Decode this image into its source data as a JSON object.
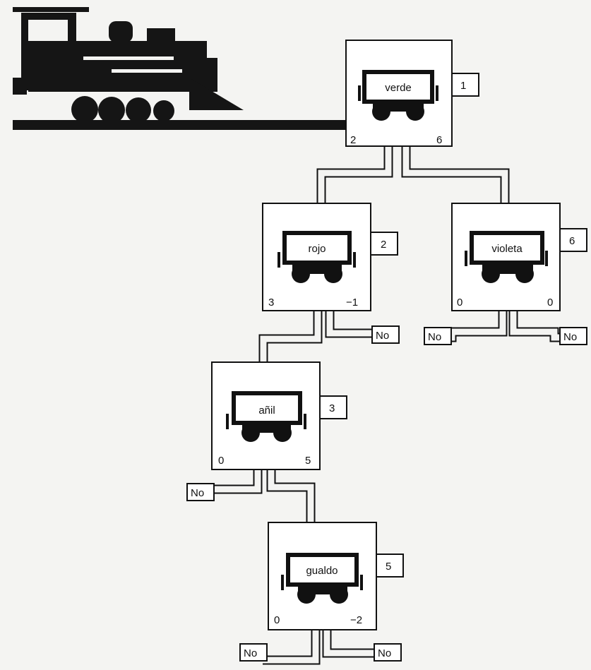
{
  "nodes": {
    "verde": {
      "label": "verde",
      "number": "1",
      "left": "2",
      "right": "6"
    },
    "rojo": {
      "label": "rojo",
      "number": "2",
      "left": "3",
      "right": "−1"
    },
    "violeta": {
      "label": "violeta",
      "number": "6",
      "left": "0",
      "right": "0"
    },
    "anil": {
      "label": "añil",
      "number": "3",
      "left": "0",
      "right": "5"
    },
    "gualdo": {
      "label": "gualdo",
      "number": "5",
      "left": "0",
      "right": "−2"
    }
  },
  "no_labels": {
    "rojo_right": "No",
    "violeta_left": "No",
    "violeta_right": "No",
    "anil_left": "No",
    "gualdo_left": "No",
    "gualdo_right": "No"
  }
}
